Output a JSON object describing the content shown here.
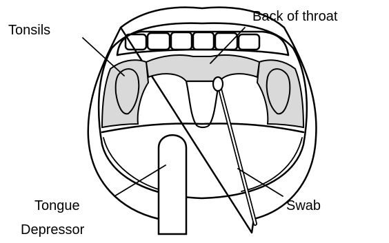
{
  "labels": {
    "tonsils": "Tonsils",
    "back_of_throat": "Back of throat",
    "tongue_depressor_line1": "Tongue",
    "tongue_depressor_line2": "Depressor",
    "swab": "Swab"
  },
  "colors": {
    "outline": "#000000",
    "tissue_shade": "#d9d9d9",
    "background": "#ffffff"
  }
}
